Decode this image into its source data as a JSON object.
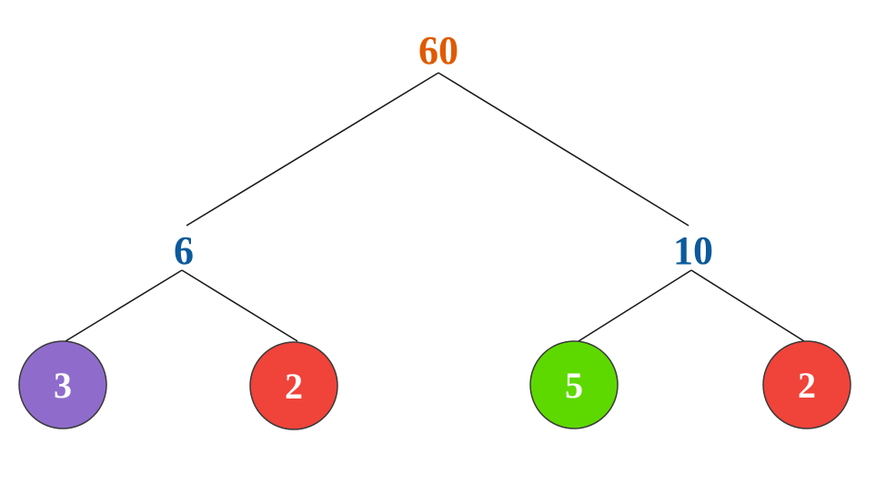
{
  "tree": {
    "root": {
      "value": "60",
      "color": "#e05a00"
    },
    "left": {
      "value": "6",
      "color": "#0b5a9c"
    },
    "right": {
      "value": "10",
      "color": "#0b5a9c"
    },
    "leaves": [
      {
        "value": "3",
        "fill": "#8f6ccc"
      },
      {
        "value": "2",
        "fill": "#f0433a"
      },
      {
        "value": "5",
        "fill": "#5ed900"
      },
      {
        "value": "2",
        "fill": "#f0433a"
      }
    ]
  }
}
